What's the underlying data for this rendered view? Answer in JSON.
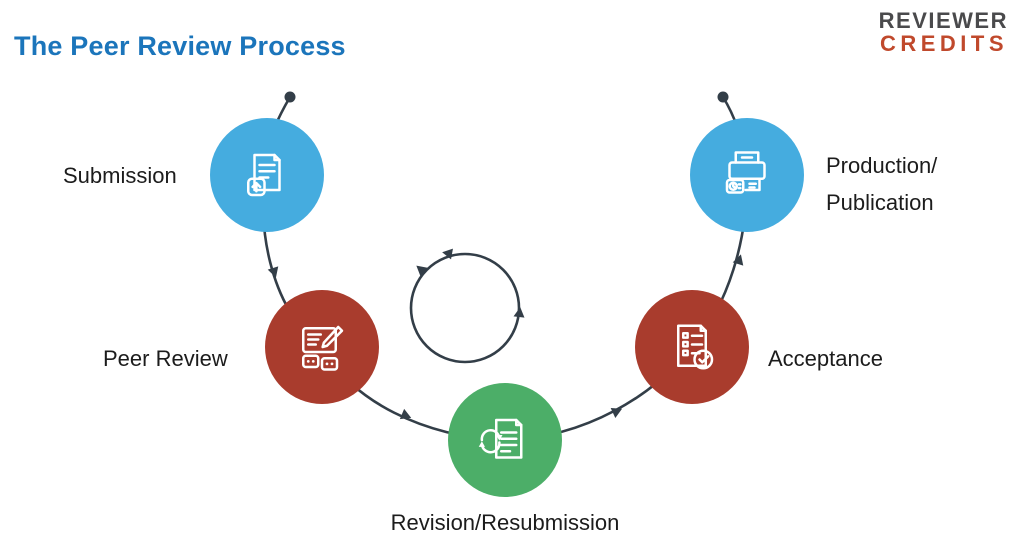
{
  "title": "The Peer Review Process",
  "logo": {
    "line1": "REVIEWER",
    "line2": "CREDITS"
  },
  "colors": {
    "title": "#1B75BB",
    "flow": "#333E48",
    "logo_gray": "#4A4A4C",
    "logo_red": "#C0492C",
    "node_blue": "#45ACDF",
    "node_red": "#A93C2D",
    "node_green": "#4CAE68"
  },
  "stages": [
    {
      "label": "Submission",
      "color": "#45ACDF",
      "icon": "document-upload-icon"
    },
    {
      "label": "Peer Review",
      "color": "#A93C2D",
      "icon": "review-annotation-icon"
    },
    {
      "label": "Revision/Resubmission",
      "color": "#4CAE68",
      "icon": "document-revision-icon"
    },
    {
      "label": "Acceptance",
      "color": "#A93C2D",
      "icon": "checklist-approved-icon"
    },
    {
      "label_lines": [
        "Production/",
        "Publication"
      ],
      "color": "#45ACDF",
      "icon": "printer-icon"
    }
  ]
}
